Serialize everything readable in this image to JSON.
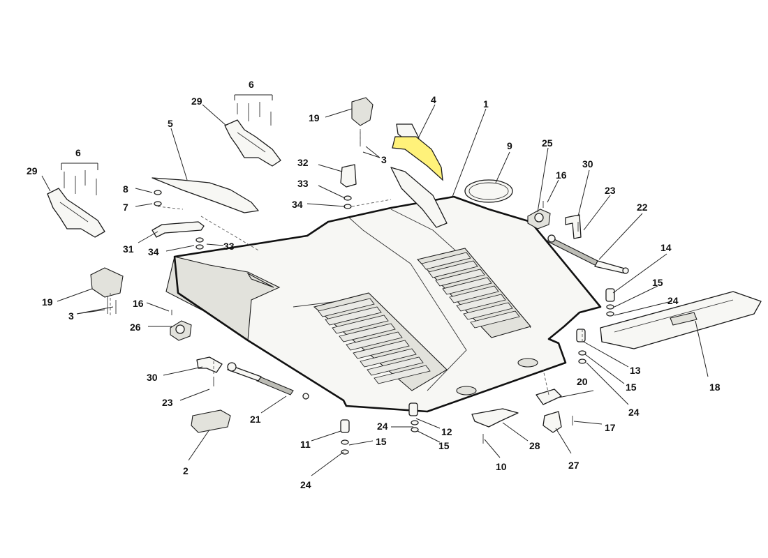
{
  "diagram": {
    "highlight_color": "#fff27a",
    "line_color": "#1a1a1a",
    "highlighted_part": "4",
    "callouts": [
      {
        "id": "c1",
        "label": "1"
      },
      {
        "id": "c2",
        "label": "2"
      },
      {
        "id": "c3a",
        "label": "3"
      },
      {
        "id": "c3b",
        "label": "3"
      },
      {
        "id": "c4",
        "label": "4"
      },
      {
        "id": "c5",
        "label": "5"
      },
      {
        "id": "c6a",
        "label": "6"
      },
      {
        "id": "c6b",
        "label": "6"
      },
      {
        "id": "c7",
        "label": "7"
      },
      {
        "id": "c8",
        "label": "8"
      },
      {
        "id": "c9",
        "label": "9"
      },
      {
        "id": "c10",
        "label": "10"
      },
      {
        "id": "c11",
        "label": "11"
      },
      {
        "id": "c12",
        "label": "12"
      },
      {
        "id": "c13",
        "label": "13"
      },
      {
        "id": "c14",
        "label": "14"
      },
      {
        "id": "c15a",
        "label": "15"
      },
      {
        "id": "c15b",
        "label": "15"
      },
      {
        "id": "c15c",
        "label": "15"
      },
      {
        "id": "c15d",
        "label": "15"
      },
      {
        "id": "c16a",
        "label": "16"
      },
      {
        "id": "c16b",
        "label": "16"
      },
      {
        "id": "c17",
        "label": "17"
      },
      {
        "id": "c18",
        "label": "18"
      },
      {
        "id": "c19a",
        "label": "19"
      },
      {
        "id": "c19b",
        "label": "19"
      },
      {
        "id": "c20",
        "label": "20"
      },
      {
        "id": "c21",
        "label": "21"
      },
      {
        "id": "c22",
        "label": "22"
      },
      {
        "id": "c23a",
        "label": "23"
      },
      {
        "id": "c23b",
        "label": "23"
      },
      {
        "id": "c24a",
        "label": "24"
      },
      {
        "id": "c24b",
        "label": "24"
      },
      {
        "id": "c24c",
        "label": "24"
      },
      {
        "id": "c24d",
        "label": "24"
      },
      {
        "id": "c25",
        "label": "25"
      },
      {
        "id": "c26",
        "label": "26"
      },
      {
        "id": "c27",
        "label": "27"
      },
      {
        "id": "c28",
        "label": "28"
      },
      {
        "id": "c29a",
        "label": "29"
      },
      {
        "id": "c29b",
        "label": "29"
      },
      {
        "id": "c30a",
        "label": "30"
      },
      {
        "id": "c30b",
        "label": "30"
      },
      {
        "id": "c31",
        "label": "31"
      },
      {
        "id": "c32",
        "label": "32"
      },
      {
        "id": "c33a",
        "label": "33"
      },
      {
        "id": "c33b",
        "label": "33"
      },
      {
        "id": "c34a",
        "label": "34"
      },
      {
        "id": "c34b",
        "label": "34"
      }
    ]
  }
}
